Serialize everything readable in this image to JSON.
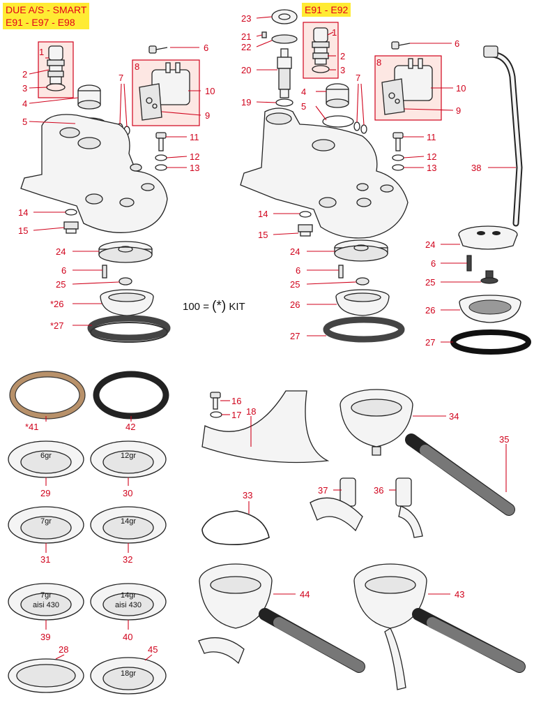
{
  "headers": {
    "left_title": "DUE A/S - SMART\nE91 - E97 - E98",
    "right_title": "E91 - E92"
  },
  "legend": {
    "kit_text_prefix": "100 =",
    "kit_symbol": "(*)",
    "kit_text_suffix": "KIT"
  },
  "colors": {
    "label_red": "#d0021b",
    "header_yellow": "#ffeb33",
    "highlight_pink": "#fde7e3"
  },
  "labels": {
    "l1": "1",
    "l2": "2",
    "l3": "3",
    "l4": "4",
    "l5": "5",
    "l6a": "6",
    "l7": "7",
    "l8": "8",
    "l9": "9",
    "l10": "10",
    "l11": "11",
    "l12": "12",
    "l13": "13",
    "l14": "14",
    "l15": "15",
    "l24": "24",
    "l6b": "6",
    "l25": "25",
    "l26": "*26",
    "l27": "*27",
    "r23": "23",
    "r21": "21",
    "r22": "22",
    "r20": "20",
    "r19": "19",
    "r1": "1",
    "r2": "2",
    "r3": "3",
    "r6a": "6",
    "r4": "4",
    "r5": "5",
    "r7": "7",
    "r8": "8",
    "r10": "10",
    "r9": "9",
    "r11": "11",
    "r12": "12",
    "r13": "13",
    "r14": "14",
    "r15": "15",
    "r24": "24",
    "r6b": "6",
    "r25": "25",
    "r26": "26",
    "r27": "27",
    "s38": "38",
    "s24": "24",
    "s6": "6",
    "s25": "25",
    "s26": "26",
    "s27": "27",
    "b41": "*41",
    "b42": "42",
    "b16": "16",
    "b17": "17",
    "b18": "18",
    "b34": "34",
    "b35": "35",
    "b29": "29",
    "b30": "30",
    "b37": "37",
    "b36": "36",
    "b31": "31",
    "b32": "32",
    "b33": "33",
    "b39": "39",
    "b40": "40",
    "b44": "44",
    "b43": "43",
    "b28": "28",
    "b45": "45"
  },
  "basket_texts": {
    "b29": "6gr",
    "b30": "12gr",
    "b31": "7gr",
    "b32": "14gr",
    "b39a": "7gr",
    "b39b": "aisi 430",
    "b40a": "14gr",
    "b40b": "aisi 430",
    "b45": "18gr"
  }
}
